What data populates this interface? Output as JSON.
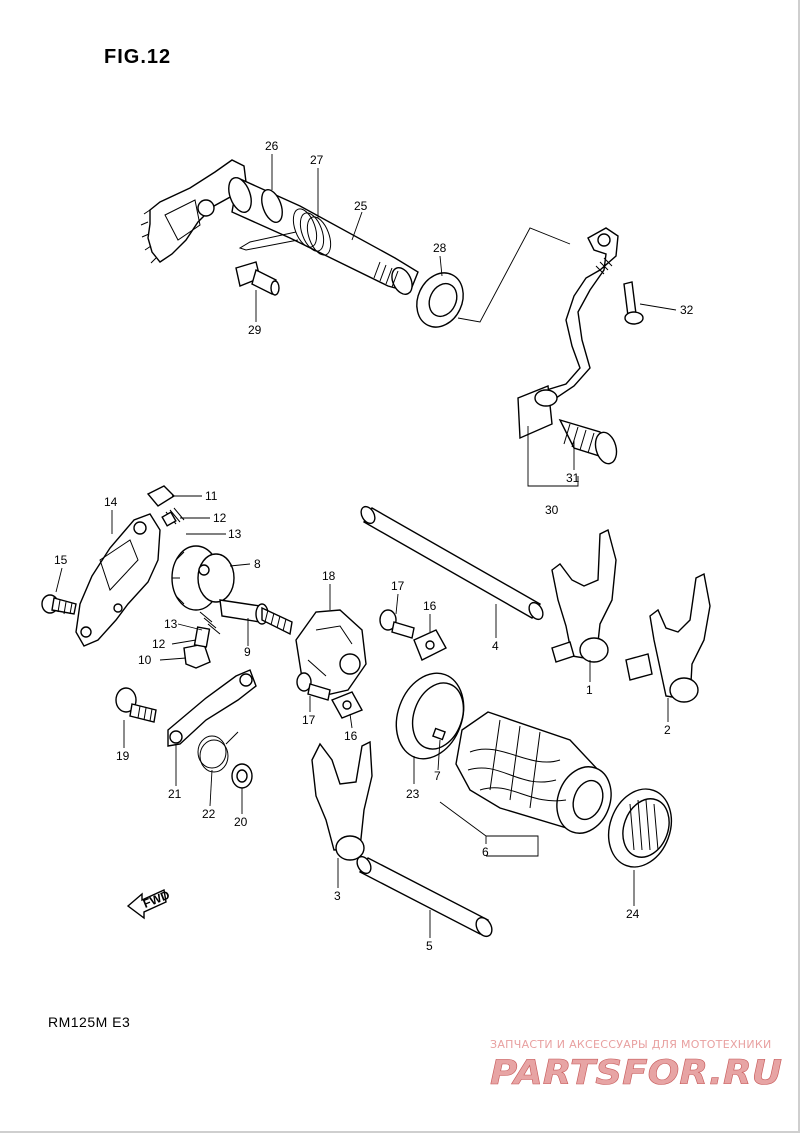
{
  "figure": {
    "title": "FIG.12"
  },
  "model_code": "RM125M E3",
  "watermark": {
    "caption": "ЗАПЧАСТИ И АКСЕССУАРЫ ДЛЯ МОТОТЕХНИКИ",
    "logo_text": "PARTSFOR.RU",
    "color": "#d9534f"
  },
  "callouts": {
    "p1": "1",
    "p2": "2",
    "p3": "3",
    "p4": "4",
    "p5": "5",
    "p6": "6",
    "p7": "7",
    "p8": "8",
    "p9": "9",
    "p10": "10",
    "p11": "11",
    "p12a": "12",
    "p12b": "12",
    "p13a": "13",
    "p13b": "13",
    "p14": "14",
    "p15": "15",
    "p16a": "16",
    "p16b": "16",
    "p17a": "17",
    "p17b": "17",
    "p18": "18",
    "p19": "19",
    "p20": "20",
    "p21": "21",
    "p22": "22",
    "p23": "23",
    "p24": "24",
    "p25": "25",
    "p26": "26",
    "p27": "27",
    "p28": "28",
    "p29": "29",
    "p30": "30",
    "p31": "31",
    "p32": "32"
  },
  "fwd_label": "FWD"
}
